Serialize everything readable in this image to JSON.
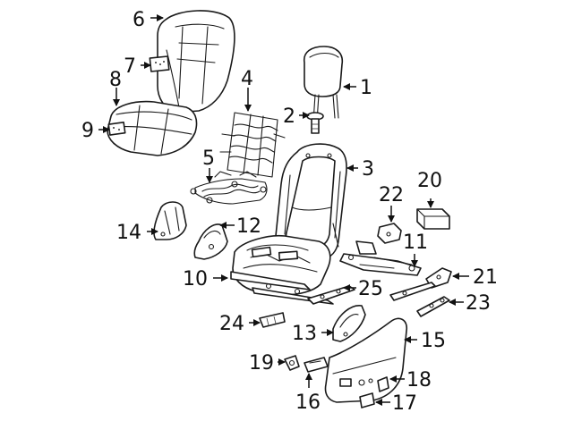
{
  "callouts": {
    "p1": "1",
    "p2": "2",
    "p3": "3",
    "p4": "4",
    "p5": "5",
    "p6": "6",
    "p7": "7",
    "p8": "8",
    "p9": "9",
    "p10": "10",
    "p11": "11",
    "p12": "12",
    "p13": "13",
    "p14": "14",
    "p15": "15",
    "p16": "16",
    "p17": "17",
    "p18": "18",
    "p19": "19",
    "p20": "20",
    "p21": "21",
    "p22": "22",
    "p23": "23",
    "p24": "24",
    "p25": "25"
  },
  "colors": {
    "line": "#1a1a1a",
    "background": "#ffffff"
  }
}
